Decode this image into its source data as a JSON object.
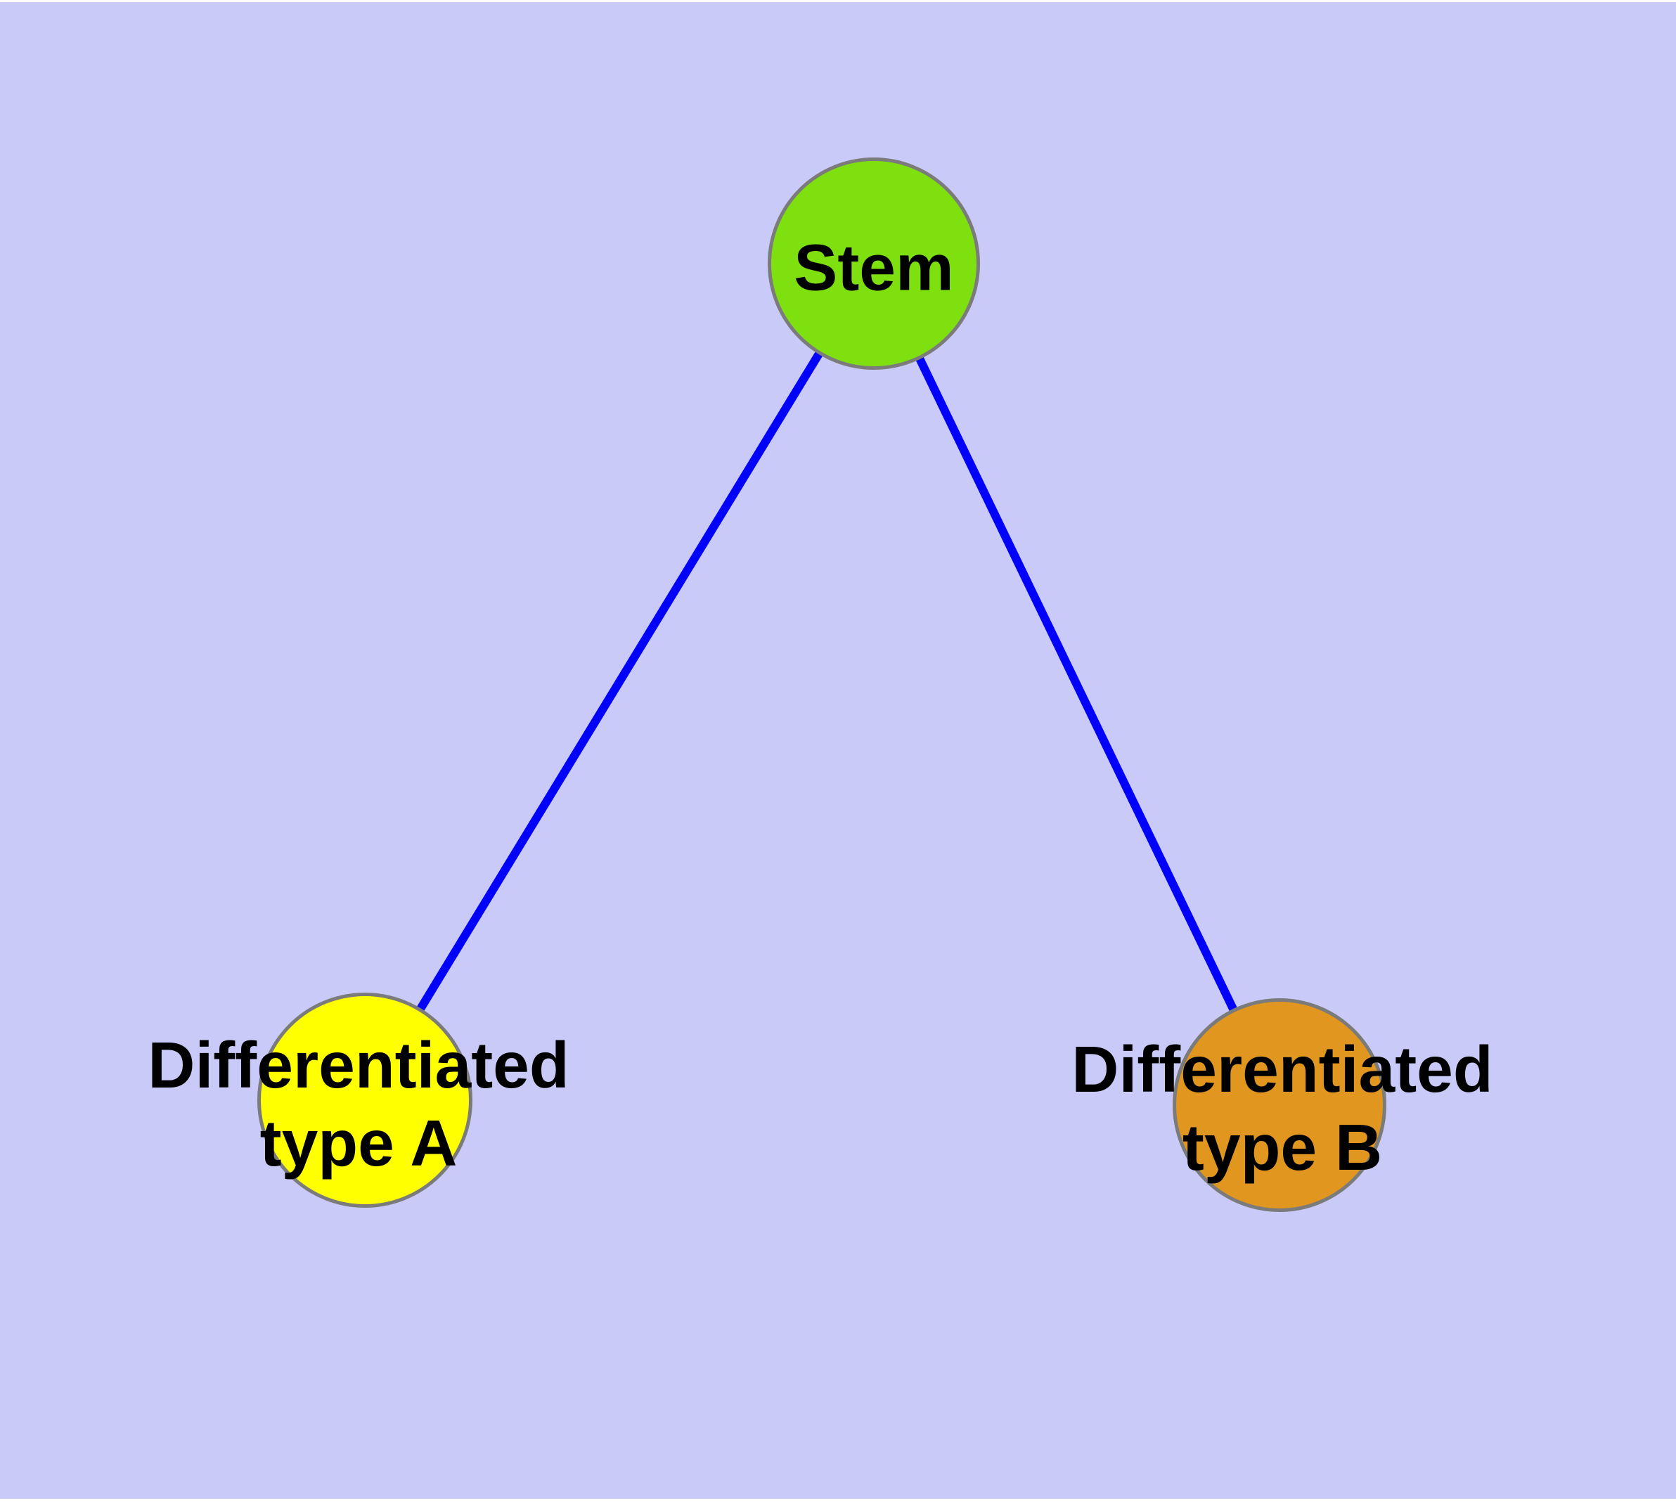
{
  "diagram": {
    "background_color": "#cacaf8",
    "edge_color": "#0202fa",
    "node_border_color": "#7b7b7b",
    "label_color": "#000000",
    "nodes": [
      {
        "id": "stem",
        "label": "Stem",
        "lines": [
          "Stem"
        ],
        "fill": "#7fe00f"
      },
      {
        "id": "differentiated-type-a",
        "label": "Differentiated type A",
        "lines": [
          "Differentiated",
          "type A"
        ],
        "fill": "#ffff00"
      },
      {
        "id": "differentiated-type-b",
        "label": "Differentiated type B",
        "lines": [
          "Differentiated",
          "type B"
        ],
        "fill": "#e0961f"
      }
    ],
    "edges": [
      {
        "from": "stem",
        "to": "differentiated-type-a"
      },
      {
        "from": "stem",
        "to": "differentiated-type-b"
      }
    ]
  }
}
